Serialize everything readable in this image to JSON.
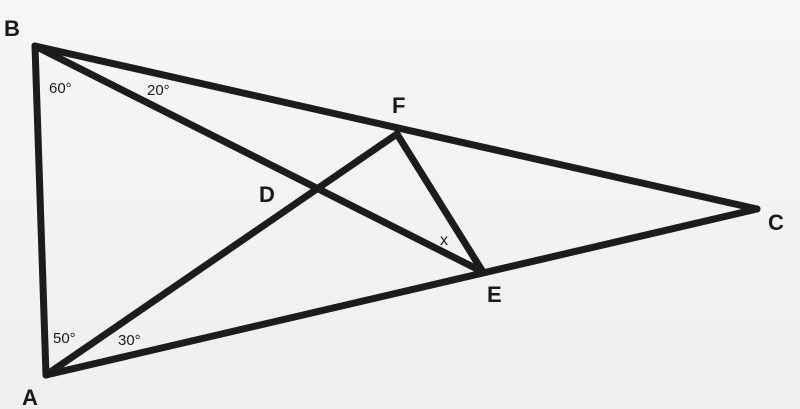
{
  "points": {
    "A": "A",
    "B": "B",
    "C": "C",
    "D": "D",
    "E": "E",
    "F": "F"
  },
  "angles": {
    "B_lower": "60°",
    "B_upper": "20°",
    "A_left": "50°",
    "A_right": "30°",
    "unknown": "x"
  },
  "colors": {
    "line": "#1c1c1c",
    "background": "#f2f2f2"
  }
}
